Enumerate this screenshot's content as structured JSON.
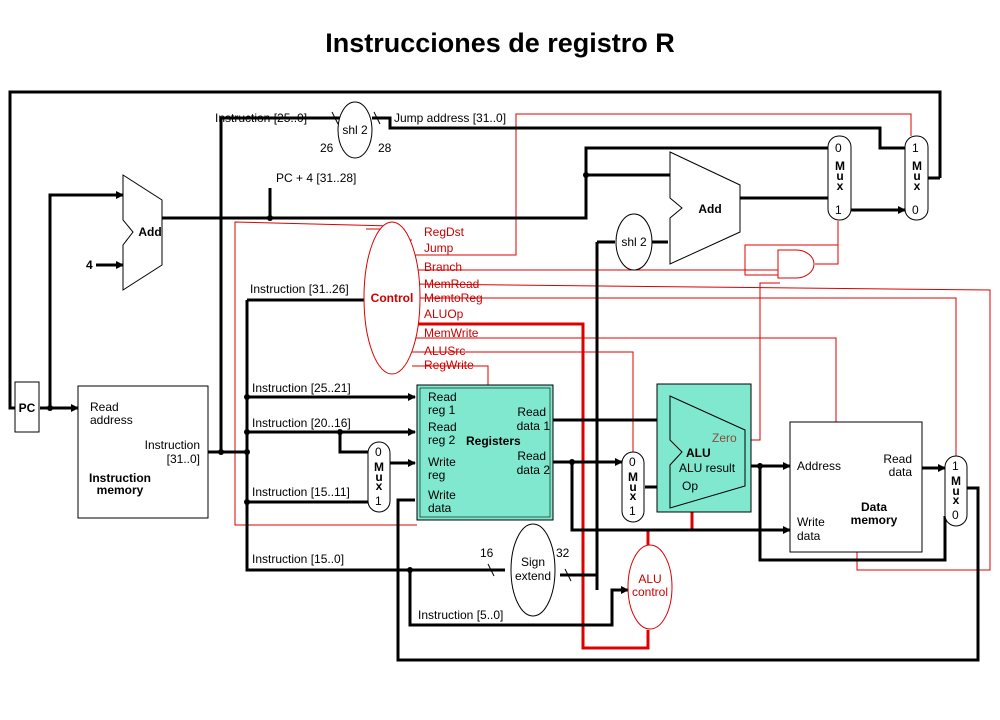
{
  "title": "Instrucciones de registro R",
  "colors": {
    "control": "#dd0000",
    "datapath": "#000000",
    "highlight": "#80e8cf"
  },
  "blocks": {
    "pc": "PC",
    "adder_pc": "Add",
    "adder_branch": "Add",
    "const_four": "4",
    "shl_top": "shl 2",
    "shl_branch": "shl 2",
    "control": "Control",
    "imem_read": "Read",
    "imem_address": "address",
    "imem_instr": "Instruction",
    "imem_instr_bits": "[31..0]",
    "imem_name1": "Instruction",
    "imem_name2": "memory",
    "reg_read1a": "Read",
    "reg_read1b": "reg 1",
    "reg_read2a": "Read",
    "reg_read2b": "reg 2",
    "reg_writea": "Write",
    "reg_writeb": "reg",
    "reg_wdataa": "Write",
    "reg_wdatab": "data",
    "reg_name": "Registers",
    "reg_rd1a": "Read",
    "reg_rd1b": "data 1",
    "reg_rd2a": "Read",
    "reg_rd2b": "data 2",
    "alu_name": "ALU",
    "alu_zero": "Zero",
    "alu_result": "ALU result",
    "alu_op": "Op",
    "alu_ctrl1": "ALU",
    "alu_ctrl2": "control",
    "sign1": "Sign",
    "sign2": "extend",
    "dmem_address": "Address",
    "dmem_reada": "Read",
    "dmem_readb": "data",
    "dmem_writea": "Write",
    "dmem_writeb": "data",
    "dmem_name1": "Data",
    "dmem_name2": "memory"
  },
  "mux": {
    "m": "M",
    "u": "u",
    "x": "x",
    "zero": "0",
    "one": "1"
  },
  "control_signals": [
    "RegDst",
    "Jump",
    "Branch",
    "MemRead",
    "MemtoReg",
    "ALUOp",
    "MemWrite",
    "ALUSrc",
    "RegWrite"
  ],
  "labels": {
    "instr_25_0": "Instruction [25..0]",
    "jump_addr": "Jump address [31..0]",
    "pc4": "PC + 4 [31..28]",
    "w26": "26",
    "w28": "28",
    "instr_31_26": "Instruction [31..26]",
    "instr_25_21": "Instruction [25..21]",
    "instr_20_16": "Instruction [20..16]",
    "instr_15_11": "Instruction [15..11]",
    "instr_15_0": "Instruction [15..0]",
    "instr_5_0": "Instruction [5..0]",
    "w16": "16",
    "w32": "32"
  }
}
